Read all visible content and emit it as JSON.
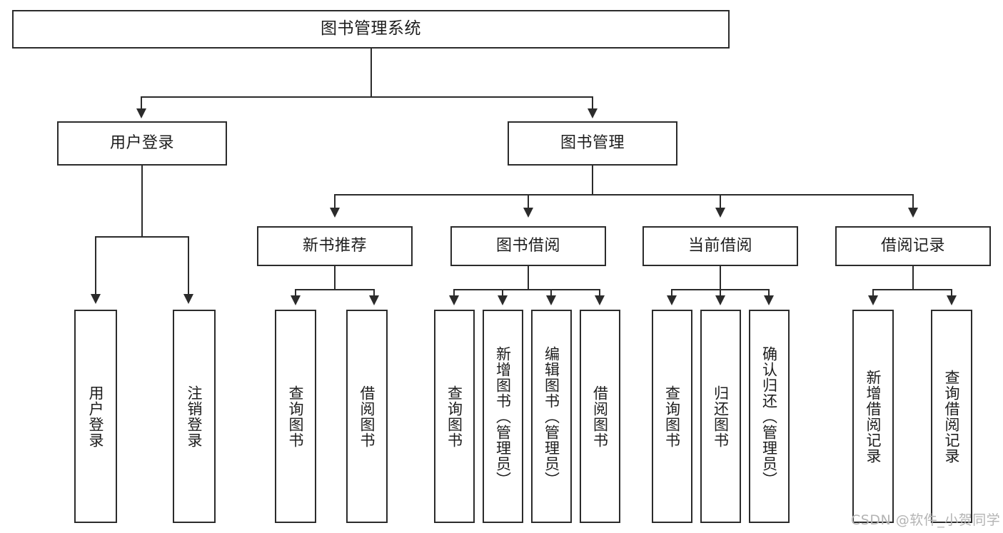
{
  "diagram": {
    "title": "图书管理系统",
    "type": "tree-hierarchy",
    "watermark": "CSDN @软件_小贺同学",
    "colors": {
      "stroke": "#2b2b2b",
      "fill": "#ffffff",
      "text": "#1d1d1d",
      "watermark": "#b4b4b4"
    }
  },
  "nodes": {
    "root": {
      "label": "图书管理系统"
    },
    "level2": [
      {
        "label": "用户登录"
      },
      {
        "label": "图书管理"
      }
    ],
    "level3": [
      {
        "label": "新书推荐"
      },
      {
        "label": "图书借阅"
      },
      {
        "label": "当前借阅"
      },
      {
        "label": "借阅记录"
      }
    ],
    "leaves": {
      "user_login": [
        {
          "label": "用户登录"
        },
        {
          "label": "注销登录"
        }
      ],
      "new_book_recommend": [
        {
          "label": "查询图书"
        },
        {
          "label": "借阅图书"
        }
      ],
      "book_borrow": [
        {
          "label": "查询图书"
        },
        {
          "label": "新增图书（管理员）"
        },
        {
          "label": "编辑图书（管理员）"
        },
        {
          "label": "借阅图书"
        }
      ],
      "current_borrow": [
        {
          "label": "查询图书"
        },
        {
          "label": "归还图书"
        },
        {
          "label": "确认归还（管理员）"
        }
      ],
      "borrow_record": [
        {
          "label": "新增借阅记录"
        },
        {
          "label": "查询借阅记录"
        }
      ]
    }
  }
}
